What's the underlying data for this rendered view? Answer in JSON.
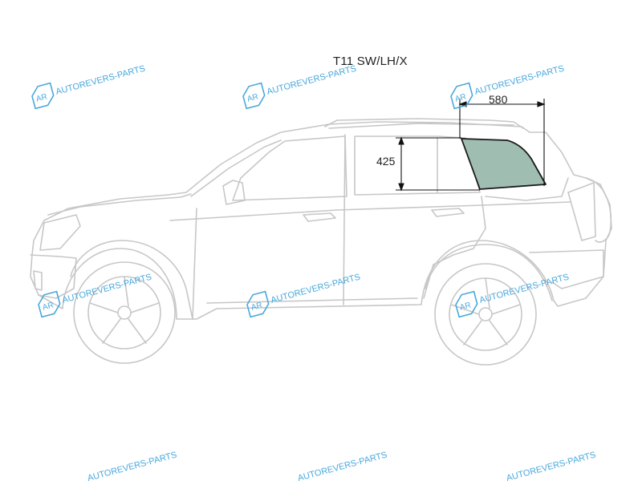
{
  "part_code": "T11 SW/LH/X",
  "dimensions": {
    "width": "580",
    "height": "425"
  },
  "watermark": {
    "text": "AUTOREVERS-PARTS",
    "logo_text": "AR"
  },
  "colors": {
    "outline": "#c7c7c7",
    "glass_fill": "#9fbdb1",
    "glass_stroke": "#1a1a1a",
    "watermark": "#4aa8dc",
    "dimension_line": "#111111"
  }
}
